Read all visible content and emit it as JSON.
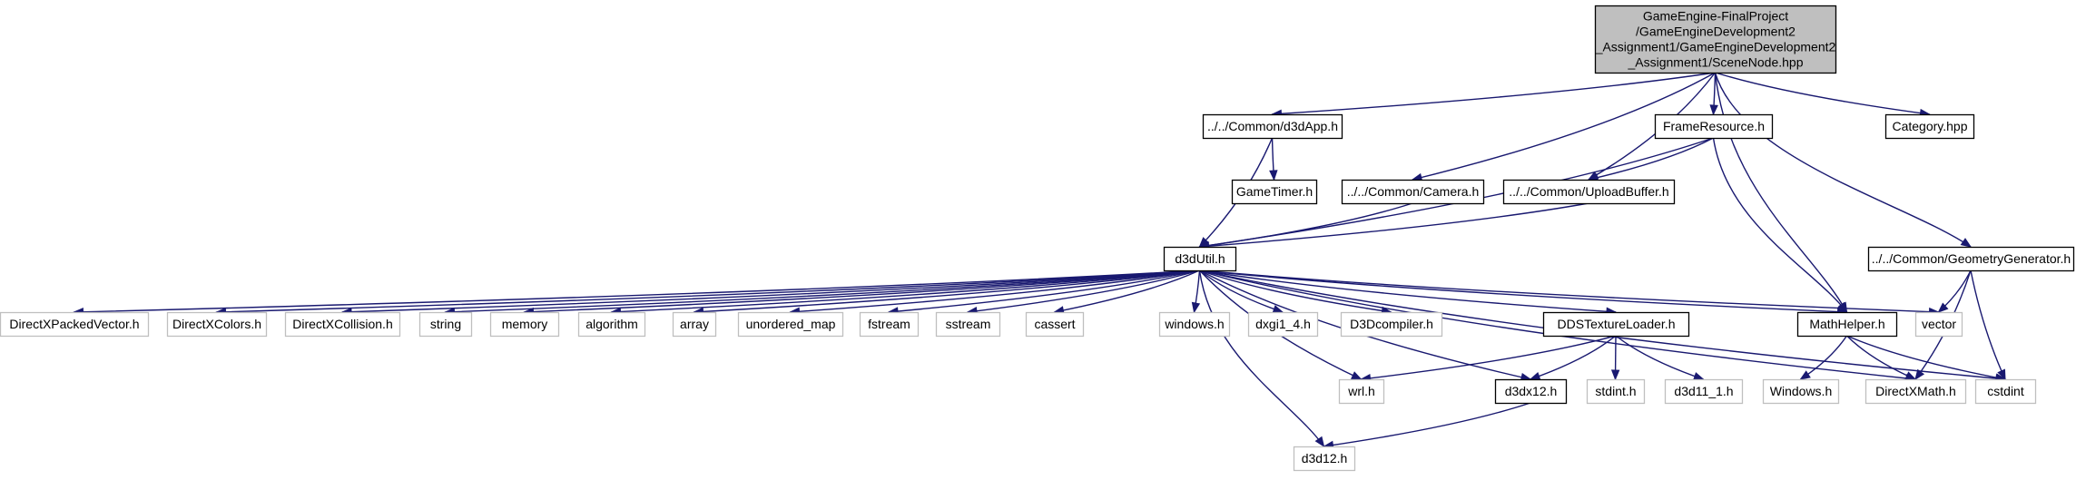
{
  "root": {
    "id": "scenenode",
    "lines": [
      "GameEngine-FinalProject",
      "/GameEngineDevelopment2",
      "_Assignment1/GameEngineDevelopment2",
      "_Assignment1/SceneNode.hpp"
    ]
  },
  "nodes": [
    {
      "id": "d3dapp",
      "label": "../../Common/d3dApp.h",
      "kind": "file"
    },
    {
      "id": "frameresource",
      "label": "FrameResource.h",
      "kind": "file"
    },
    {
      "id": "category",
      "label": "Category.hpp",
      "kind": "file"
    },
    {
      "id": "gametimer",
      "label": "GameTimer.h",
      "kind": "file"
    },
    {
      "id": "camera",
      "label": "../../Common/Camera.h",
      "kind": "file"
    },
    {
      "id": "uploadbuffer",
      "label": "../../Common/UploadBuffer.h",
      "kind": "file"
    },
    {
      "id": "geomgen",
      "label": "../../Common/GeometryGenerator.h",
      "kind": "file"
    },
    {
      "id": "d3dutil",
      "label": "d3dUtil.h",
      "kind": "file"
    },
    {
      "id": "dxpv",
      "label": "DirectXPackedVector.h",
      "kind": "system"
    },
    {
      "id": "dxcolors",
      "label": "DirectXColors.h",
      "kind": "system"
    },
    {
      "id": "dxcollision",
      "label": "DirectXCollision.h",
      "kind": "system"
    },
    {
      "id": "string",
      "label": "string",
      "kind": "system"
    },
    {
      "id": "memory",
      "label": "memory",
      "kind": "system"
    },
    {
      "id": "algorithm",
      "label": "algorithm",
      "kind": "system"
    },
    {
      "id": "array",
      "label": "array",
      "kind": "system"
    },
    {
      "id": "unordered_map",
      "label": "unordered_map",
      "kind": "system"
    },
    {
      "id": "fstream",
      "label": "fstream",
      "kind": "system"
    },
    {
      "id": "sstream",
      "label": "sstream",
      "kind": "system"
    },
    {
      "id": "cassert",
      "label": "cassert",
      "kind": "system"
    },
    {
      "id": "windows_h",
      "label": "windows.h",
      "kind": "system"
    },
    {
      "id": "dxgi",
      "label": "dxgi1_4.h",
      "kind": "system"
    },
    {
      "id": "d3dcompiler",
      "label": "D3Dcompiler.h",
      "kind": "system"
    },
    {
      "id": "ddstex",
      "label": "DDSTextureLoader.h",
      "kind": "file"
    },
    {
      "id": "mathhelper",
      "label": "MathHelper.h",
      "kind": "file"
    },
    {
      "id": "vector",
      "label": "vector",
      "kind": "system"
    },
    {
      "id": "wrl",
      "label": "wrl.h",
      "kind": "system"
    },
    {
      "id": "d3dx12",
      "label": "d3dx12.h",
      "kind": "file"
    },
    {
      "id": "stdint",
      "label": "stdint.h",
      "kind": "system"
    },
    {
      "id": "d3d11",
      "label": "d3d11_1.h",
      "kind": "system"
    },
    {
      "id": "Windows_h",
      "label": "Windows.h",
      "kind": "system"
    },
    {
      "id": "dxmath",
      "label": "DirectXMath.h",
      "kind": "system"
    },
    {
      "id": "cstdint",
      "label": "cstdint",
      "kind": "system"
    },
    {
      "id": "d3d12",
      "label": "d3d12.h",
      "kind": "system"
    }
  ],
  "edges": [
    [
      "scenenode",
      "d3dapp"
    ],
    [
      "scenenode",
      "camera"
    ],
    [
      "scenenode",
      "uploadbuffer"
    ],
    [
      "scenenode",
      "frameresource"
    ],
    [
      "scenenode",
      "mathhelper"
    ],
    [
      "scenenode",
      "category"
    ],
    [
      "scenenode",
      "geomgen"
    ],
    [
      "d3dapp",
      "gametimer"
    ],
    [
      "d3dapp",
      "d3dutil"
    ],
    [
      "camera",
      "d3dutil"
    ],
    [
      "uploadbuffer",
      "d3dutil"
    ],
    [
      "frameresource",
      "uploadbuffer"
    ],
    [
      "frameresource",
      "d3dutil"
    ],
    [
      "frameresource",
      "mathhelper"
    ],
    [
      "geomgen",
      "vector"
    ],
    [
      "geomgen",
      "dxmath"
    ],
    [
      "geomgen",
      "cstdint"
    ],
    [
      "d3dutil",
      "dxpv"
    ],
    [
      "d3dutil",
      "dxcolors"
    ],
    [
      "d3dutil",
      "dxcollision"
    ],
    [
      "d3dutil",
      "string"
    ],
    [
      "d3dutil",
      "memory"
    ],
    [
      "d3dutil",
      "algorithm"
    ],
    [
      "d3dutil",
      "array"
    ],
    [
      "d3dutil",
      "unordered_map"
    ],
    [
      "d3dutil",
      "fstream"
    ],
    [
      "d3dutil",
      "sstream"
    ],
    [
      "d3dutil",
      "cassert"
    ],
    [
      "d3dutil",
      "windows_h"
    ],
    [
      "d3dutil",
      "dxgi"
    ],
    [
      "d3dutil",
      "d3dcompiler"
    ],
    [
      "d3dutil",
      "ddstex"
    ],
    [
      "d3dutil",
      "mathhelper"
    ],
    [
      "d3dutil",
      "vector"
    ],
    [
      "d3dutil",
      "wrl"
    ],
    [
      "d3dutil",
      "d3dx12"
    ],
    [
      "d3dutil",
      "d3d12"
    ],
    [
      "d3dutil",
      "dxmath"
    ],
    [
      "d3dutil",
      "cstdint"
    ],
    [
      "ddstex",
      "wrl"
    ],
    [
      "ddstex",
      "d3dx12"
    ],
    [
      "ddstex",
      "stdint"
    ],
    [
      "ddstex",
      "d3d11"
    ],
    [
      "d3dx12",
      "d3d12"
    ],
    [
      "mathhelper",
      "Windows_h"
    ],
    [
      "mathhelper",
      "dxmath"
    ],
    [
      "mathhelper",
      "cstdint"
    ]
  ],
  "colors": {
    "edge": "#191970",
    "root_fill": "#bfbfbf",
    "project_border": "#000000",
    "system_border": "#bfbfbf"
  }
}
